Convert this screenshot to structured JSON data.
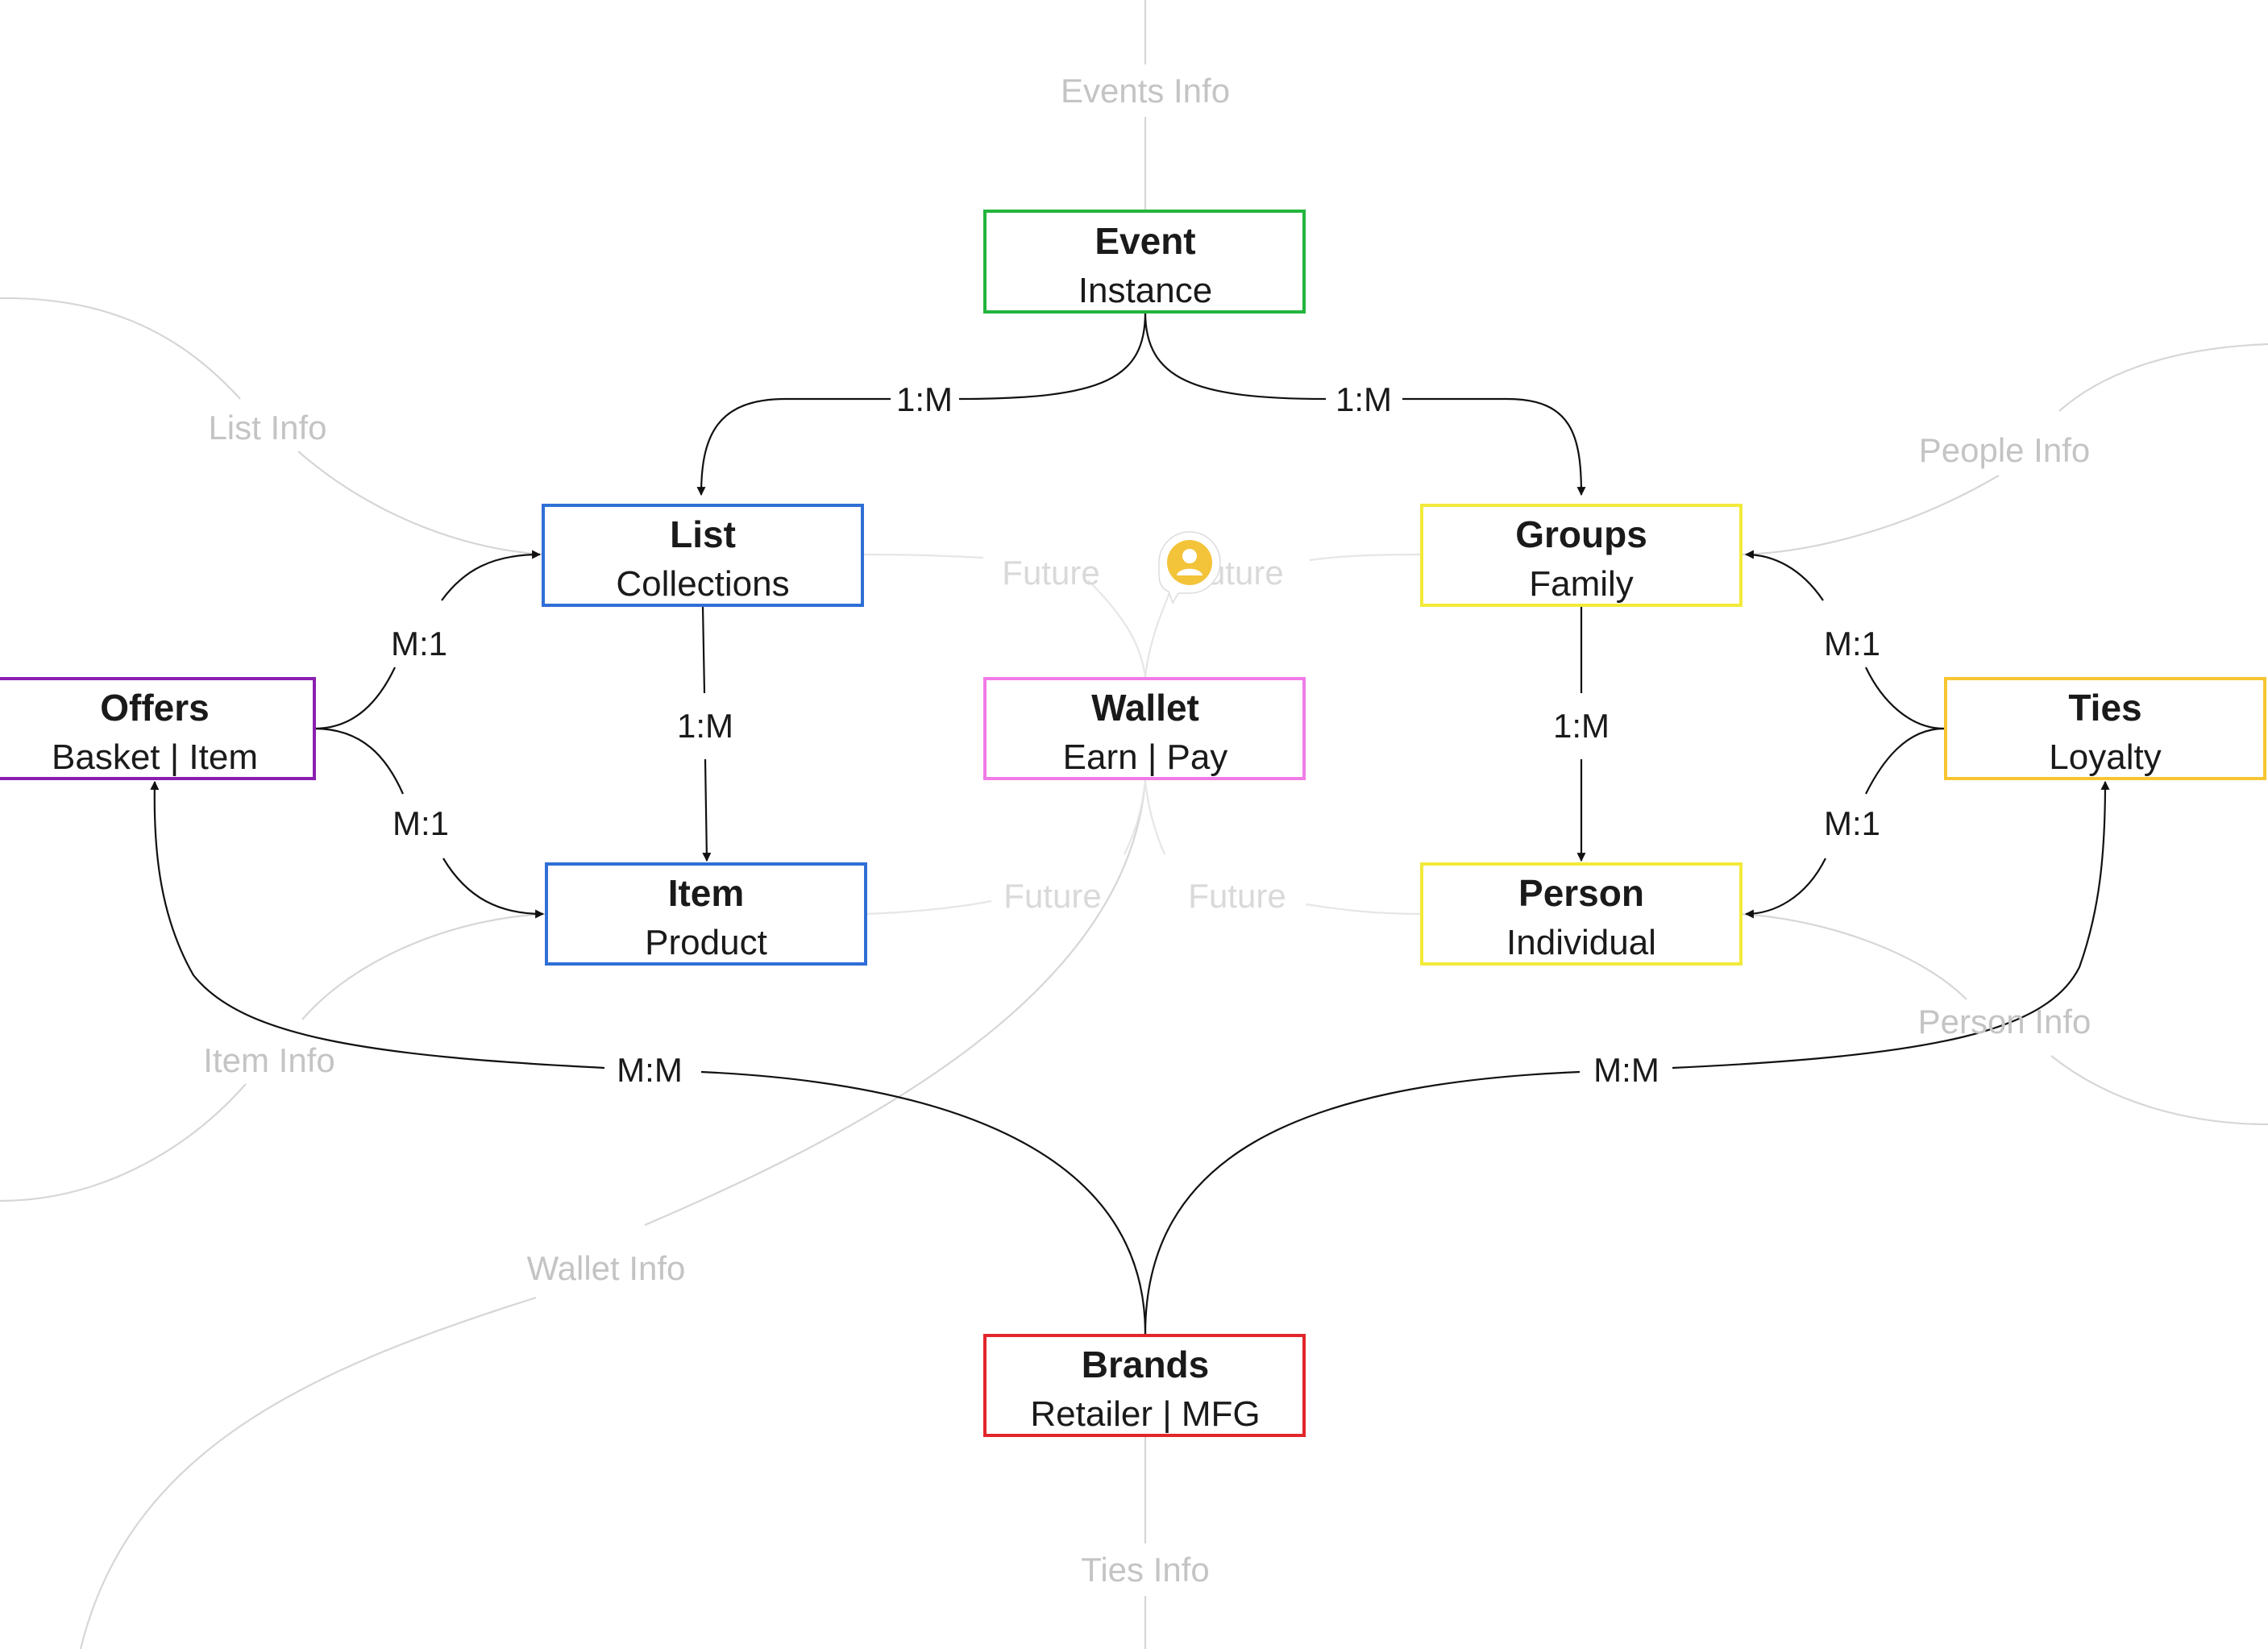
{
  "colors": {
    "event": "#22b53c",
    "list": "#2f6fd6",
    "item": "#2f6fd6",
    "groups": "#f2ea3a",
    "person": "#f2ea3a",
    "wallet": "#f07be6",
    "offers": "#8a1fb0",
    "ties": "#f6c531",
    "brands": "#e3262a",
    "connector": "#111111",
    "ghost_line": "#d6d6d6",
    "ghost_text": "#c4c4c4",
    "comment_badge": "#f3c33a"
  },
  "nodes": {
    "event": {
      "title": "Event",
      "subtitle": "Instance"
    },
    "list": {
      "title": "List",
      "subtitle": "Collections"
    },
    "item": {
      "title": "Item",
      "subtitle": "Product"
    },
    "groups": {
      "title": "Groups",
      "subtitle": "Family"
    },
    "person": {
      "title": "Person",
      "subtitle": "Individual"
    },
    "wallet": {
      "title": "Wallet",
      "subtitle": "Earn | Pay"
    },
    "offers": {
      "title": "Offers",
      "subtitle": "Basket | Item"
    },
    "ties": {
      "title": "Ties",
      "subtitle": "Loyalty"
    },
    "brands": {
      "title": "Brands",
      "subtitle": "Retailer | MFG"
    }
  },
  "relations": {
    "event_list": "1:M",
    "event_groups": "1:M",
    "list_item": "1:M",
    "groups_person": "1:M",
    "offers_list": "M:1",
    "offers_item": "M:1",
    "ties_groups": "M:1",
    "ties_person": "M:1",
    "brands_offers": "M:M",
    "brands_ties": "M:M"
  },
  "info_labels": {
    "events": "Events Info",
    "list": "List Info",
    "people": "People Info",
    "item": "Item Info",
    "person": "Person Info",
    "wallet": "Wallet Info",
    "ties": "Ties Info"
  },
  "future_labels": {
    "list_wallet": "Future",
    "groups_wallet": "Future",
    "item_wallet": "Future",
    "person_wallet": "Future"
  },
  "icons": {
    "comment": "user-comment-icon"
  }
}
